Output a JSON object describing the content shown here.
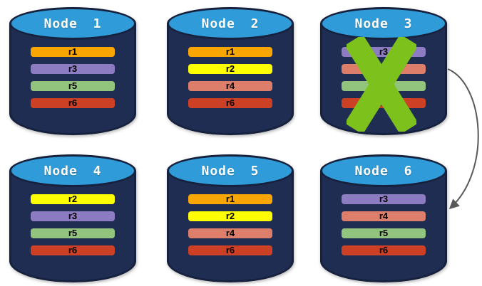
{
  "diagram": {
    "background": "#FFFFFF",
    "colors": {
      "background": "#FFFFFF",
      "cylinder_body": "#1F2D52",
      "cylinder_outline": "#16213E",
      "cylinder_top": "#2F9BD8",
      "failure_x": "#7DC21C",
      "arrow": "#595959",
      "replicas": {
        "r1": "#F9A602",
        "r2": "#FFFF00",
        "r3": "#8E7CC3",
        "r4": "#DD7E6B",
        "r5": "#93C47D",
        "r6": "#CC4125"
      }
    },
    "nodes": [
      {
        "title": "Node 1",
        "replicas": [
          "r1",
          "r3",
          "r5",
          "r6"
        ],
        "failed": false
      },
      {
        "title": "Node 2",
        "replicas": [
          "r1",
          "r2",
          "r4",
          "r6"
        ],
        "failed": false
      },
      {
        "title": "Node 3",
        "replicas": [
          "r3",
          "r4",
          "r5",
          "r6"
        ],
        "failed": true
      },
      {
        "title": "Node 4",
        "replicas": [
          "r2",
          "r3",
          "r5",
          "r6"
        ],
        "failed": false
      },
      {
        "title": "Node 5",
        "replicas": [
          "r1",
          "r2",
          "r4",
          "r6"
        ],
        "failed": false
      },
      {
        "title": "Node 6",
        "replicas": [
          "r3",
          "r4",
          "r5",
          "r6"
        ],
        "failed": false
      }
    ],
    "arrow": {
      "from": "Node 3",
      "to": "Node 6"
    }
  }
}
